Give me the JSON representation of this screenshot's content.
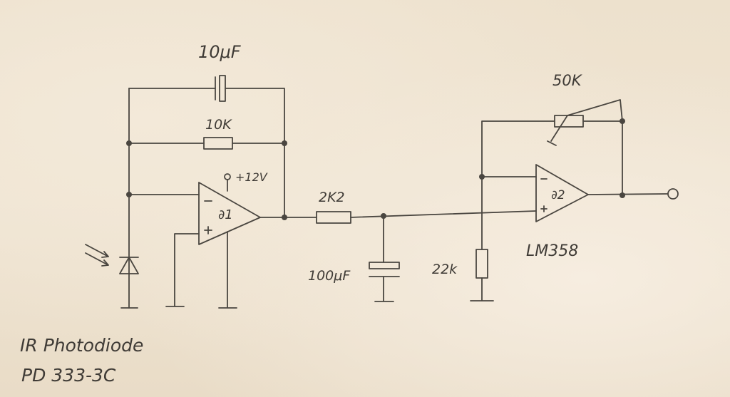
{
  "components": {
    "c_feedback": "10μF",
    "r_feedback": "10K",
    "supply": "+12V",
    "opamp1": "∂1",
    "r_series": "2K2",
    "c_filter": "100μF",
    "r_ground": "22k",
    "potentiometer": "50K",
    "opamp2": "∂2",
    "ic_part": "LM358"
  },
  "caption": {
    "line1": "IR Photodiode",
    "line2": "PD 333-3C"
  }
}
